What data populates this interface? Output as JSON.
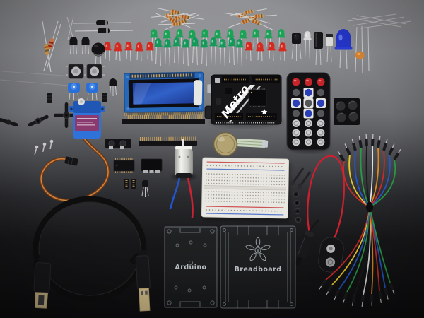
{
  "scene": {
    "type": "photograph",
    "subject": "Electronics starter kit flat-lay: microcontroller board, breadboard, LEDs, sensors, cables on dark backdrop",
    "text_labels": {
      "metro_board": "Metro",
      "acrylic_left": "Arduino",
      "acrylic_right": "Breadboard"
    },
    "palette": {
      "background_top": "#8a8b8e",
      "background_bottom": "#0d0d0f",
      "led_green": "#1ca257",
      "led_red": "#d42a20",
      "led_blue": "#2a3fd0",
      "lcd_pcb_blue": "#2667b8",
      "lcd_screen_blue": "#2b57b8",
      "servo_blue": "#2e72da",
      "breadboard_white": "#e9e7e1",
      "resistor_tan": "#c8a165",
      "wire_red": "#cc2030",
      "gold_pin": "#c9a258",
      "remote_body": "#121214"
    },
    "components": [
      "resistor-pile-left",
      "resistor-pile-right",
      "bare-wire-cluster-top-right",
      "crossed-resistors-left",
      "axial-diodes",
      "green-led-row",
      "green-led-long-row",
      "red-leds-left",
      "red-leds-right",
      "piezo-disc",
      "to92-transistors",
      "tactile-buttons",
      "trim-potentiometers",
      "character-lcd-16x2",
      "metro-microcontroller-board",
      "ir-remote",
      "rubber-feet-sheet",
      "servo-horns",
      "micro-servo",
      "servo-cable",
      "silver-screws",
      "pin-header-long",
      "pin-header-short",
      "battery-clip-contacts",
      "force-sensitive-resistor",
      "dc-motor",
      "dip-ic",
      "terminal-block",
      "small-pin-headers",
      "small-transistor",
      "half-breadboard",
      "black-screws",
      "nuts",
      "usb-cable-loop",
      "usb-b-plug",
      "usb-a-plug",
      "acrylic-mounting-plate",
      "adafruit-flower-logo",
      "9v-battery-clip",
      "dc-barrel-jack",
      "jumper-wire-bundle",
      "ir-receiver",
      "clear-led",
      "electrolytic-capacitor",
      "white-sensor",
      "blue-dome-led",
      "thermistor"
    ]
  }
}
